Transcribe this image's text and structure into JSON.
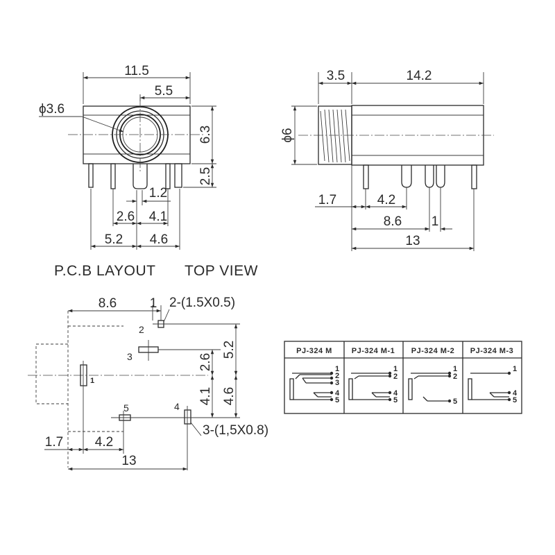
{
  "front_view": {
    "dims": {
      "overall_width": "11.5",
      "half_width": "5.5",
      "hole_diameter": "ϕ3.6",
      "body_height": "6.3",
      "pin_length": "2.5",
      "pin_offset_a": "1.2",
      "pin_gap_a": "2.6",
      "pin_gap_b": "4.1",
      "pin_pitch_left": "5.2",
      "pin_pitch_right": "4.6"
    }
  },
  "side_view": {
    "dims": {
      "thread_length": "3.5",
      "body_length": "14.2",
      "thread_diameter": "ϕ6",
      "front_offset": "1.7",
      "pin_spacing_a": "4.2",
      "pin_spacing_b": "8.6",
      "pin_gap": "1",
      "pin_span": "13"
    }
  },
  "captions": {
    "pcb_layout": "P.C.B LAYOUT",
    "top_view": "TOP VIEW"
  },
  "pcb_layout": {
    "dims": {
      "top_length": "8.6",
      "slot_spec_a": "2-(1.5X0.5)",
      "slot_gap": "1",
      "offset_a": "2.6",
      "offset_b": "5.2",
      "offset_c": "4.1",
      "offset_d": "4.6",
      "bottom_offset": "1.7",
      "bottom_spacing": "4.2",
      "overall_length": "13",
      "slot_spec_b": "3-(1,5X0.8)"
    },
    "pins": [
      "1",
      "2",
      "3",
      "4",
      "5"
    ]
  },
  "wiring_table": {
    "columns": [
      {
        "model": "PJ-324 M",
        "pins": [
          "1",
          "2",
          "3",
          "4",
          "5"
        ]
      },
      {
        "model": "PJ-324 M-1",
        "pins": [
          "1",
          "2",
          "4",
          "5"
        ]
      },
      {
        "model": "PJ-324 M-2",
        "pins": [
          "1",
          "2",
          "5"
        ]
      },
      {
        "model": "PJ-324 M-3",
        "pins": [
          "1",
          "4",
          "5"
        ]
      }
    ]
  }
}
